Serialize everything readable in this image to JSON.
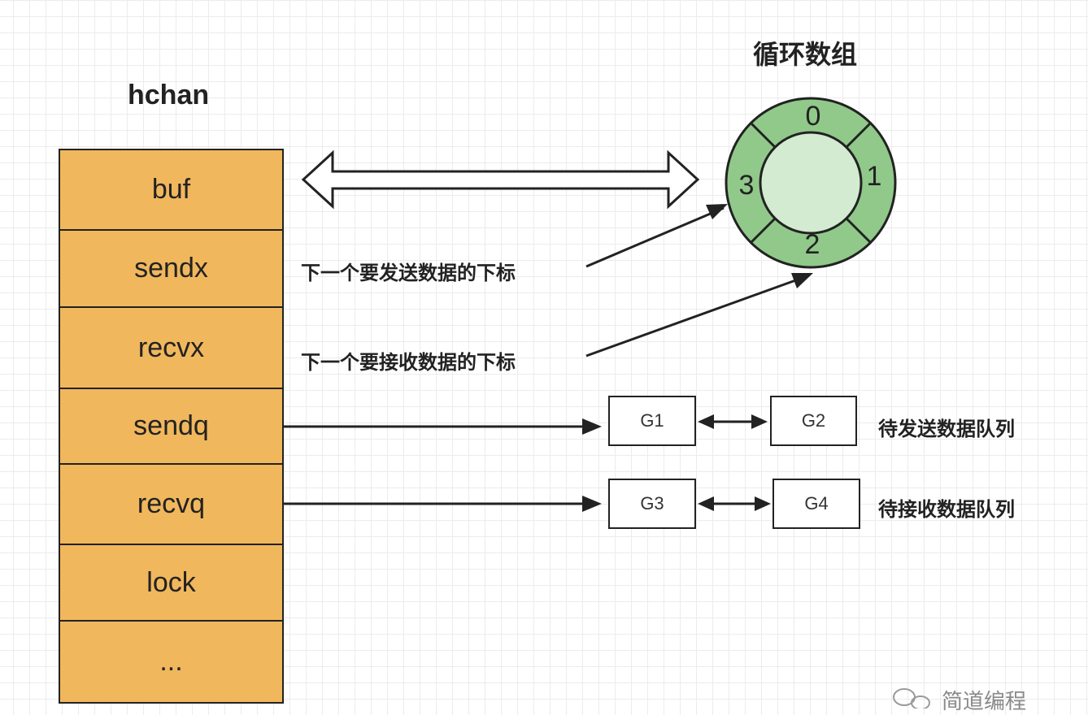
{
  "hchan": {
    "title": "hchan",
    "fields": [
      "buf",
      "sendx",
      "recvx",
      "sendq",
      "recvq",
      "lock",
      "..."
    ]
  },
  "ring": {
    "title": "循环数组",
    "slots": [
      "0",
      "1",
      "2",
      "3"
    ],
    "colors": {
      "outer": "#90c98a",
      "inner": "#d3ebd0",
      "stroke": "#222222"
    }
  },
  "notes": {
    "sendx": "下一个要发送数据的下标",
    "recvx": "下一个要接收数据的下标"
  },
  "queues": {
    "send": {
      "label": "待发送数据队列",
      "nodes": [
        "G1",
        "G2"
      ]
    },
    "recv": {
      "label": "待接收数据队列",
      "nodes": [
        "G3",
        "G4"
      ]
    }
  },
  "colors": {
    "struct_fill": "#f1b75d",
    "line": "#222222"
  },
  "watermark": "简道编程"
}
